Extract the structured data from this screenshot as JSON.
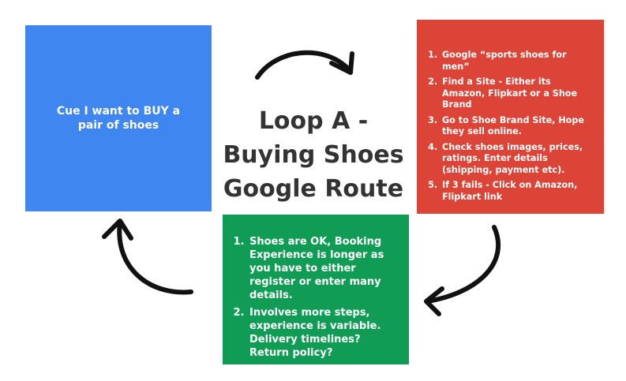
{
  "title": "Loop A - Buying Shoes Google Route",
  "cue": "Cue I want to BUY a pair of shoes",
  "steps": [
    "Google “sports shoes for men”",
    "Find a Site - Either its Amazon, Flipkart or a Shoe Brand",
    "Go to Shoe Brand Site, Hope they sell online.",
    "Check shoes images, prices, ratings. Enter details (shipping, payment etc).",
    "If 3 fails - Click on Amazon, Flipkart link"
  ],
  "outcomes": [
    "Shoes are OK, Booking Experience is longer as you have to either register or enter many details.",
    "Involves more steps, experience is variable. Delivery timelines? Return policy?"
  ],
  "colors": {
    "cue": "#3F86F0",
    "steps": "#DB4437",
    "outcomes": "#119C55",
    "arrow": "#111111"
  }
}
